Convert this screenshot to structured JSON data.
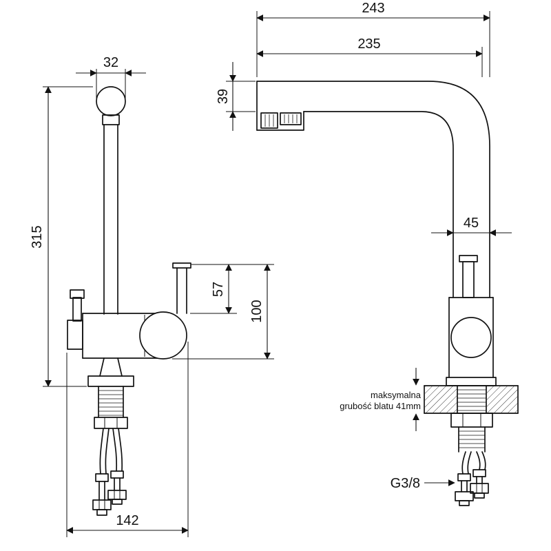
{
  "drawing": {
    "kind": "kitchen faucet technical drawing, two projections, dimensions in mm",
    "front_view": {
      "dims": {
        "head_width": "32",
        "overall_height": "315",
        "side_spout_upper": "57",
        "side_spout_total": "100",
        "footprint_width": "142"
      }
    },
    "side_view": {
      "dims": {
        "overall_depth": "243",
        "spout_reach": "235",
        "spout_height": "39",
        "body_depth": "45"
      },
      "countertop_note": {
        "line1": "maksymalna",
        "line2": "grubość blatu 41mm"
      },
      "thread_label": "G3/8"
    }
  }
}
